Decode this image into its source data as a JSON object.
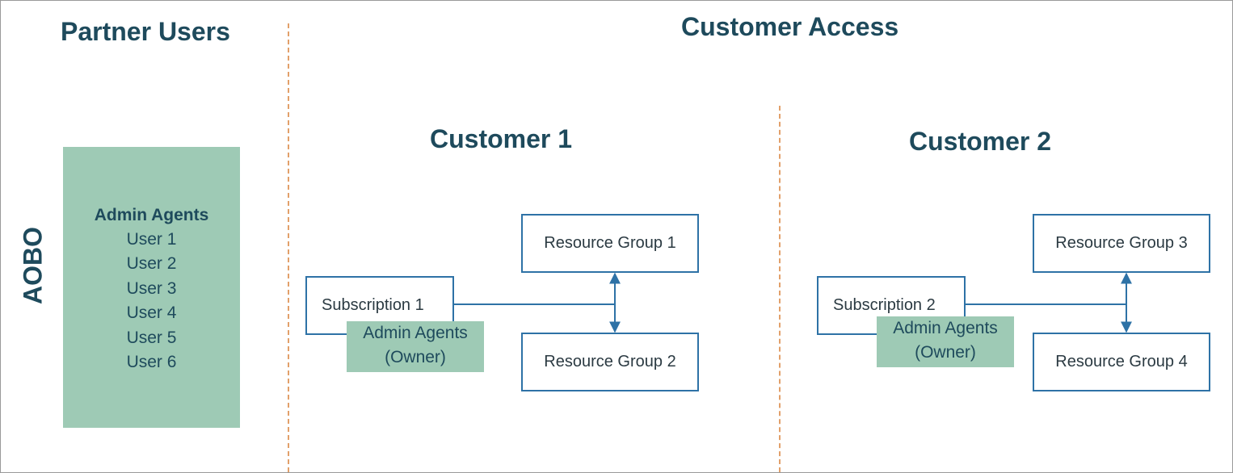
{
  "headings": {
    "partner_users": "Partner Users",
    "customer_access": "Customer Access",
    "aobo": "AOBO"
  },
  "partner_panel": {
    "title": "Admin Agents",
    "users": [
      "User 1",
      "User 2",
      "User 3",
      "User 4",
      "User 5",
      "User 6"
    ]
  },
  "customers": [
    {
      "title": "Customer 1",
      "subscription": "Subscription 1",
      "owner_line1": "Admin Agents",
      "owner_line2": "(Owner)",
      "resource_groups": [
        "Resource Group 1",
        "Resource Group 2"
      ]
    },
    {
      "title": "Customer 2",
      "subscription": "Subscription 2",
      "owner_line1": "Admin Agents",
      "owner_line2": "(Owner)",
      "resource_groups": [
        "Resource Group 3",
        "Resource Group 4"
      ]
    }
  ],
  "colors": {
    "heading_text": "#1e4a5c",
    "panel_fill": "#9ecab5",
    "box_border": "#2e72a6",
    "divider": "#e2a06a"
  }
}
